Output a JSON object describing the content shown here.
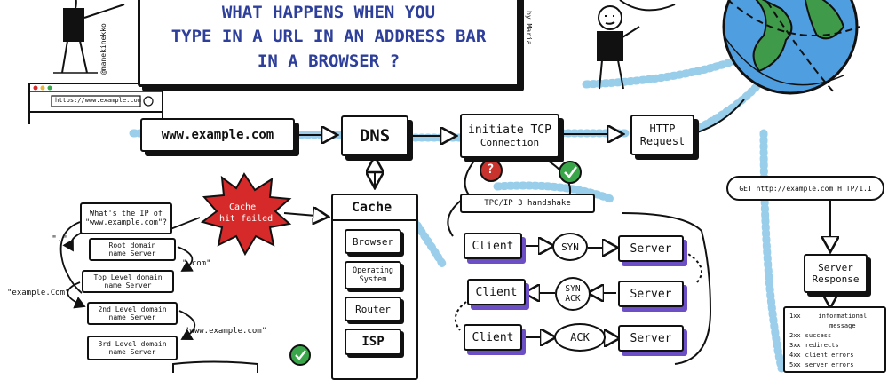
{
  "title": {
    "line1": "WHAT HAPPENS WHEN YOU",
    "line2": "TYPE IN A URL IN AN ADDRESS BAR",
    "line3": "IN A BROWSER ?"
  },
  "credits": {
    "handle": "@manekinekko",
    "artist": "by Maria"
  },
  "browser": {
    "url": "https://www.example.com"
  },
  "flow": {
    "url_box": "www.example.com",
    "dns": "DNS",
    "tcp_line1": "initiate TCP",
    "tcp_line2": "Connection",
    "http_line1": "HTTP",
    "http_line2": "Request",
    "handshake": "TPC/IP 3 handshake",
    "question_badge": "?"
  },
  "dns_lookup": {
    "cache_burst_line1": "Cache",
    "cache_burst_line2": "hit failed",
    "question_line1": "What's the IP of",
    "question_line2": "\"www.example.com\"?",
    "dot_label": "\".\"",
    "root_line1": "Root domain",
    "root_line2": "name Server",
    "com_label": "\".com\"",
    "tld_line1": "Top Level domain",
    "tld_line2": "name Server",
    "example_label": "\"example.Com\"",
    "second_line1": "2nd Level domain",
    "second_line2": "name Server",
    "www_label": "\"www.example.com\"",
    "third_line1": "3rd Level domain",
    "third_line2": "name Server"
  },
  "cache_stack": {
    "header": "Cache",
    "items": [
      "Browser",
      "Operating System",
      "Router",
      "ISP"
    ]
  },
  "handshake_rows": [
    {
      "client": "Client",
      "signal": "SYN",
      "server": "Server"
    },
    {
      "client": "Client",
      "signal": "SYN ACK",
      "server": "Server"
    },
    {
      "client": "Client",
      "signal": "ACK",
      "server": "Server"
    }
  ],
  "http": {
    "get_line": "GET http://example.com HTTP/1.1",
    "response_line1": "Server",
    "response_line2": "Response",
    "status_codes": [
      {
        "code": "1xx",
        "meaning": "informational message"
      },
      {
        "code": "2xx",
        "meaning": "success"
      },
      {
        "code": "3xx",
        "meaning": "redirects"
      },
      {
        "code": "4xx",
        "meaning": "client errors"
      },
      {
        "code": "5xx",
        "meaning": "server errors"
      }
    ]
  },
  "colors": {
    "ink": "#111111",
    "dots": "#8fc9e8",
    "accent_purple": "#6c4fc4",
    "burst_red": "#d62a2a",
    "question_red": "#c8332e",
    "check_green": "#3aa64a",
    "ocean": "#4f9fe0",
    "land": "#3f9a4a",
    "title_blue": "#2d3f9a"
  },
  "icons": [
    "globe-icon",
    "question-badge-icon",
    "check-badge-icon",
    "person-figure-icon",
    "browser-window-icon",
    "cache-burst-icon"
  ]
}
